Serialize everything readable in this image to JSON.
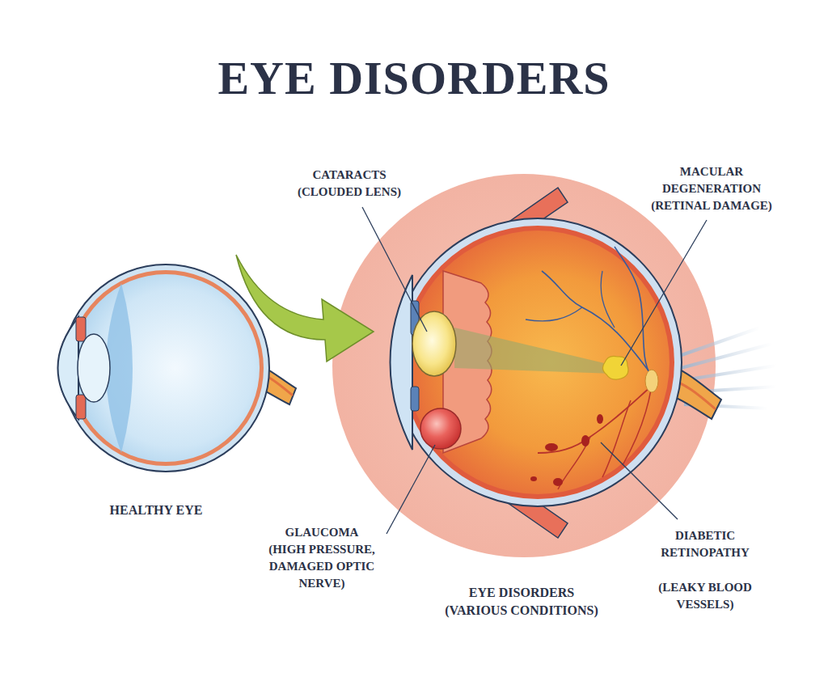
{
  "diagram": {
    "title": "EYE DISORDERS",
    "labels": [
      "CATARACTS (CLOUDED LENS)",
      "MACULAR DEGENERATION (RETINAL DAMAGE)",
      "HEALTHY EYE",
      "GLAUCOMA (HIGH PRESSURE, DAMAGED OPTIC NERVE)",
      "EYE DISORDERS (VARIOUS CONDITIONS)",
      "DIABETIC RETINOPATHY",
      "(LEAKY BLOOD VESSELS)"
    ]
  }
}
